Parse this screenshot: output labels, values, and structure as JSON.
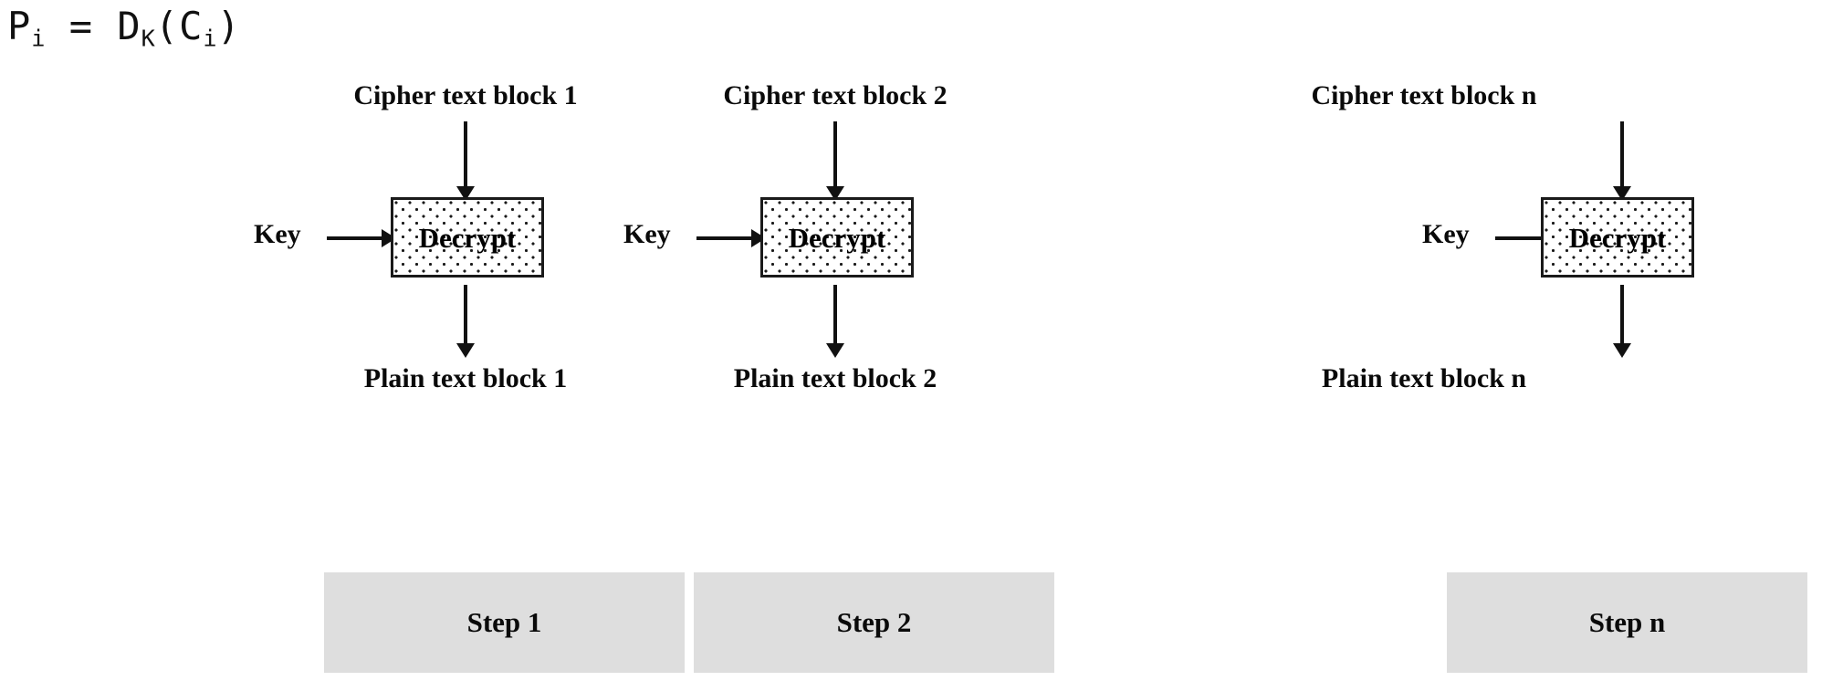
{
  "diagram": {
    "title_formula": {
      "lhs_base": "P",
      "lhs_sub": "i",
      "eq": " = ",
      "fn_base": "D",
      "fn_sub": "K",
      "open": "(",
      "arg_base": "C",
      "arg_sub": "i",
      "close": ")",
      "plain": "P_i  =  D_K(C_i)"
    },
    "shared": {
      "key_label": "Key",
      "operation_label": "Decrypt"
    },
    "colors": {
      "step_band_fill": "#dedede",
      "box_border": "#1a1a1a",
      "box_fill": "#ffffff",
      "stipple_dot": "#1a1a1a",
      "text": "#0a0a0a",
      "arrow": "#111111",
      "page_background": "#ffffff"
    },
    "columns": [
      {
        "id": "step-1",
        "input_label": "Cipher text block 1",
        "key_label": "Key",
        "operation_label": "Decrypt",
        "output_label": "Plain text block 1",
        "step_label": "Step 1"
      },
      {
        "id": "step-2",
        "input_label": "Cipher text block 2",
        "key_label": "Key",
        "operation_label": "Decrypt",
        "output_label": "Plain text block 2",
        "step_label": "Step 2"
      },
      {
        "id": "step-n",
        "input_label": "Cipher text block n",
        "key_label": "Key",
        "operation_label": "Decrypt",
        "output_label": "Plain text block n",
        "step_label": "Step n"
      }
    ]
  }
}
